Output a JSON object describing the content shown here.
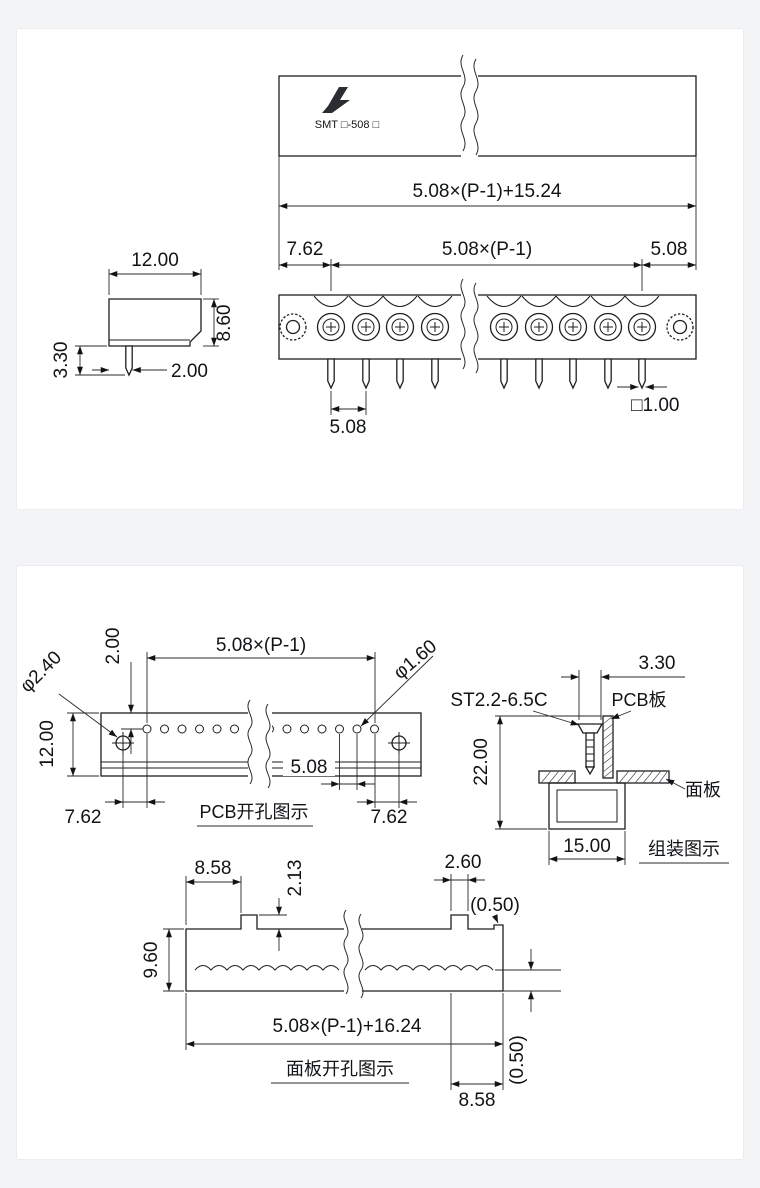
{
  "document": {
    "type": "technical-dimension-drawing",
    "background": "#f3f4f6",
    "sheet_background": "#ffffff",
    "line_color": "#1c1e21"
  },
  "view1": {
    "logo_text": "SMT □-508 □",
    "dims": {
      "total_length": "5.08×(P-1)+15.24",
      "left_margin": "7.62",
      "pin_span": "5.08×(P-1)",
      "end_pitch": "5.08",
      "pitch": "5.08",
      "pin_square": "□1.00",
      "body_width": "12.00",
      "body_height": "8.60",
      "pin_length": "3.30",
      "pin_offset": "2.00"
    }
  },
  "view2": {
    "pcb_layout": {
      "title": "PCB开孔图示",
      "dims": {
        "pin_span": "5.08×(P-1)",
        "row_offset": "2.00",
        "mount_hole_dia": "φ2.40",
        "pin_hole_dia": "φ1.60",
        "strip_width": "12.00",
        "pitch": "5.08",
        "left_margin": "7.62",
        "right_margin": "7.62"
      }
    },
    "assembly": {
      "title": "组装图示",
      "screw_spec": "ST2.2-6.5C",
      "pcb_label": "PCB板",
      "panel_label": "面板",
      "dims": {
        "flange_thickness": "3.30",
        "overall_height": "22.00",
        "mount_depth": "15.00"
      }
    },
    "panel_cutout": {
      "title": "面板开孔图示",
      "dims": {
        "end_width_left": "8.58",
        "notch_height": "2.13",
        "notch_width": "2.60",
        "clearance_top": "(0.50)",
        "cutout_height": "9.60",
        "cutout_length": "5.08×(P-1)+16.24",
        "clearance_side": "(0.50)",
        "end_width_right": "8.58"
      }
    }
  }
}
